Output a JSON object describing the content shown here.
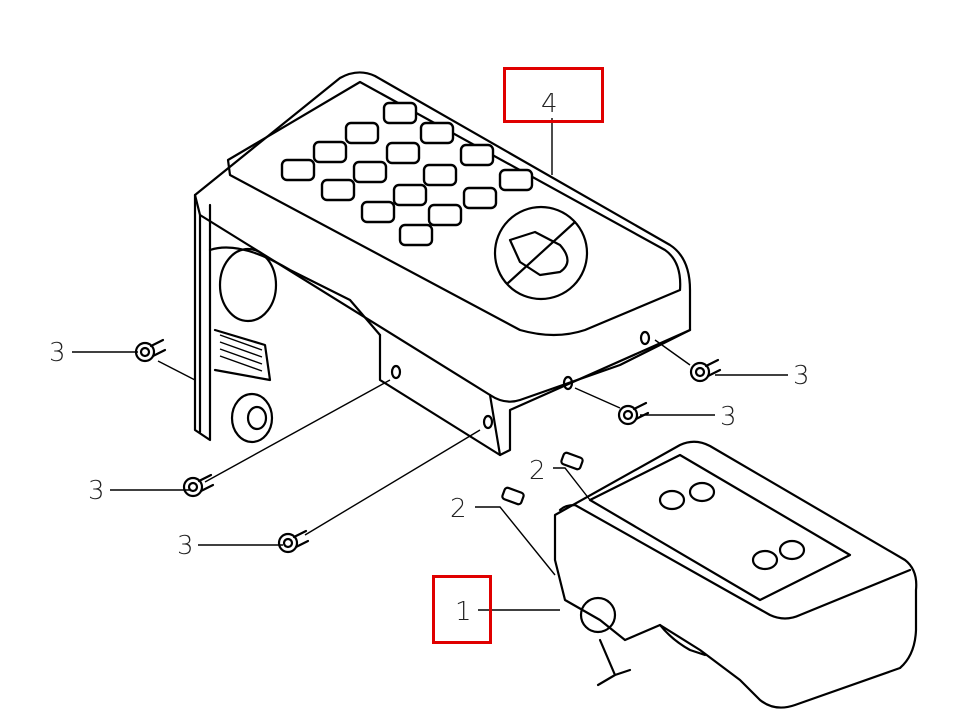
{
  "diagram": {
    "callouts": [
      {
        "id": "part-4",
        "text": "4",
        "highlighted": true
      },
      {
        "id": "part-1",
        "text": "1",
        "highlighted": true
      },
      {
        "id": "part-3a",
        "text": "3"
      },
      {
        "id": "part-3b",
        "text": "3"
      },
      {
        "id": "part-3c",
        "text": "3"
      },
      {
        "id": "part-3d",
        "text": "3"
      },
      {
        "id": "part-3e",
        "text": "3"
      },
      {
        "id": "part-2a",
        "text": "2"
      },
      {
        "id": "part-2b",
        "text": "2"
      }
    ],
    "highlight_color": "#e00000"
  }
}
